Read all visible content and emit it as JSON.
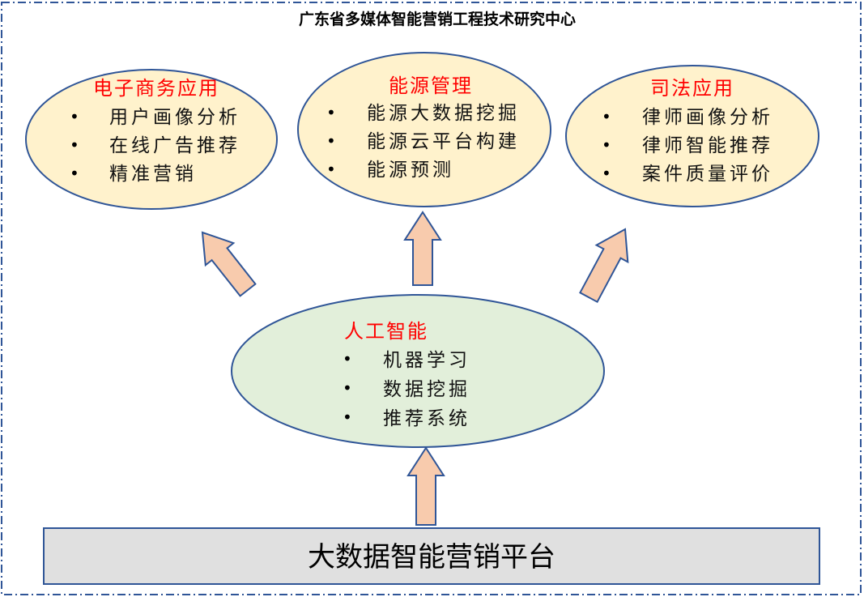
{
  "page_title": "广东省多媒体智能营销工程技术研究中心",
  "colors": {
    "border": "#2f5597",
    "app_fill": "#fff2cc",
    "ai_fill": "#e2efda",
    "arrow_fill": "#f8cbad",
    "bottom_fill": "#e0e0e0",
    "heading": "#ff0000"
  },
  "apps": [
    {
      "title": "电子商务应用",
      "items": [
        "用户画像分析",
        "在线广告推荐",
        "精准营销"
      ]
    },
    {
      "title": "能源管理",
      "items": [
        "能源大数据挖掘",
        "能源云平台构建",
        "能源预测"
      ]
    },
    {
      "title": "司法应用",
      "items": [
        "律师画像分析",
        "律师智能推荐",
        "案件质量评价"
      ]
    }
  ],
  "ai": {
    "title": "人工智能",
    "items": [
      "机器学习",
      "数据挖掘",
      "推荐系统"
    ]
  },
  "platform": {
    "label": "大数据智能营销平台"
  },
  "bullet": "•"
}
